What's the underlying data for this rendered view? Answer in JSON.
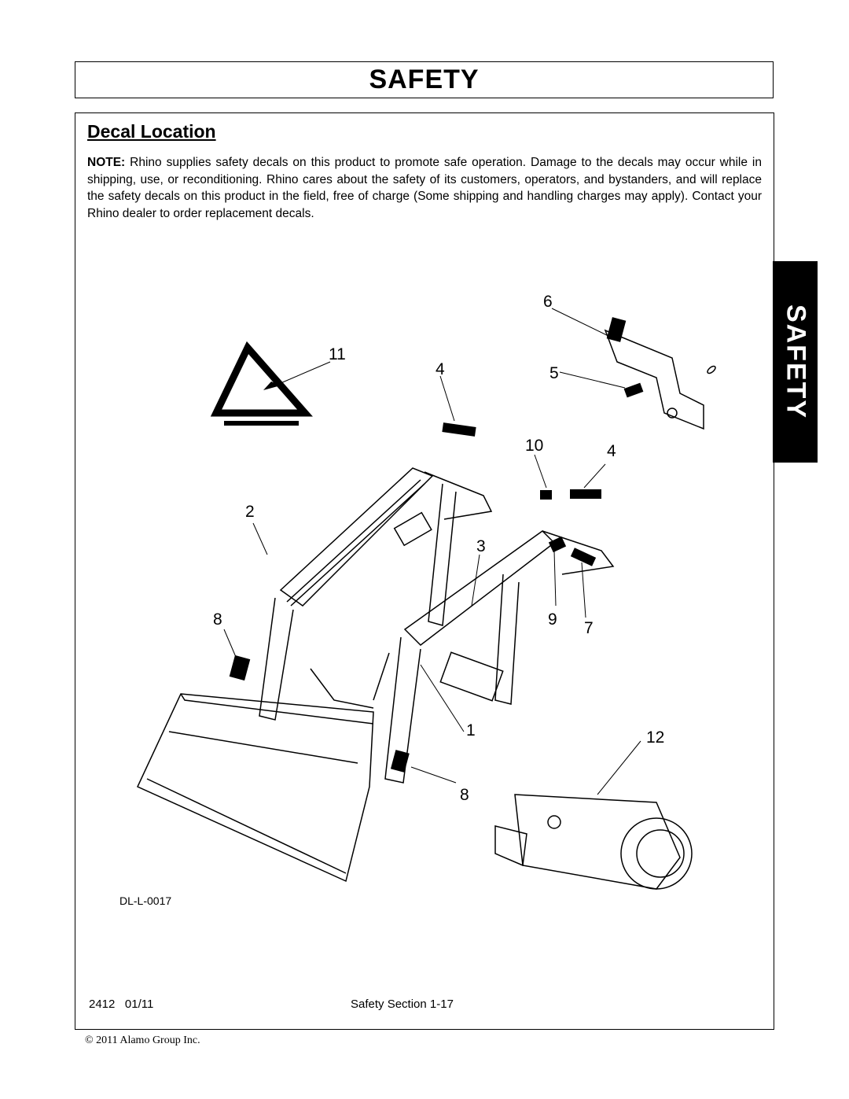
{
  "header": {
    "title": "SAFETY"
  },
  "side_tab": {
    "label": "SAFETY"
  },
  "section": {
    "heading": "Decal Location",
    "note_label": "NOTE:",
    "note_text": " Rhino supplies safety decals on this product to promote safe operation. Damage to the decals may occur while in shipping, use, or reconditioning. Rhino cares about the safety of its customers, operators, and bystanders, and will replace the safety decals on this product in the field, free of charge (Some shipping and handling charges may apply). Contact your Rhino dealer to order replacement decals."
  },
  "figure": {
    "id": "DL-L-0017",
    "callouts": {
      "c1": "1",
      "c2": "2",
      "c3": "3",
      "c4a": "4",
      "c4b": "4",
      "c5": "5",
      "c6": "6",
      "c7": "7",
      "c8a": "8",
      "c8b": "8",
      "c9": "9",
      "c10": "10",
      "c11": "11",
      "c12": "12"
    }
  },
  "footer": {
    "doc_number": "2412",
    "date": "01/11",
    "page_label": "Safety Section 1-17",
    "copyright": "© 2011 Alamo Group Inc."
  }
}
